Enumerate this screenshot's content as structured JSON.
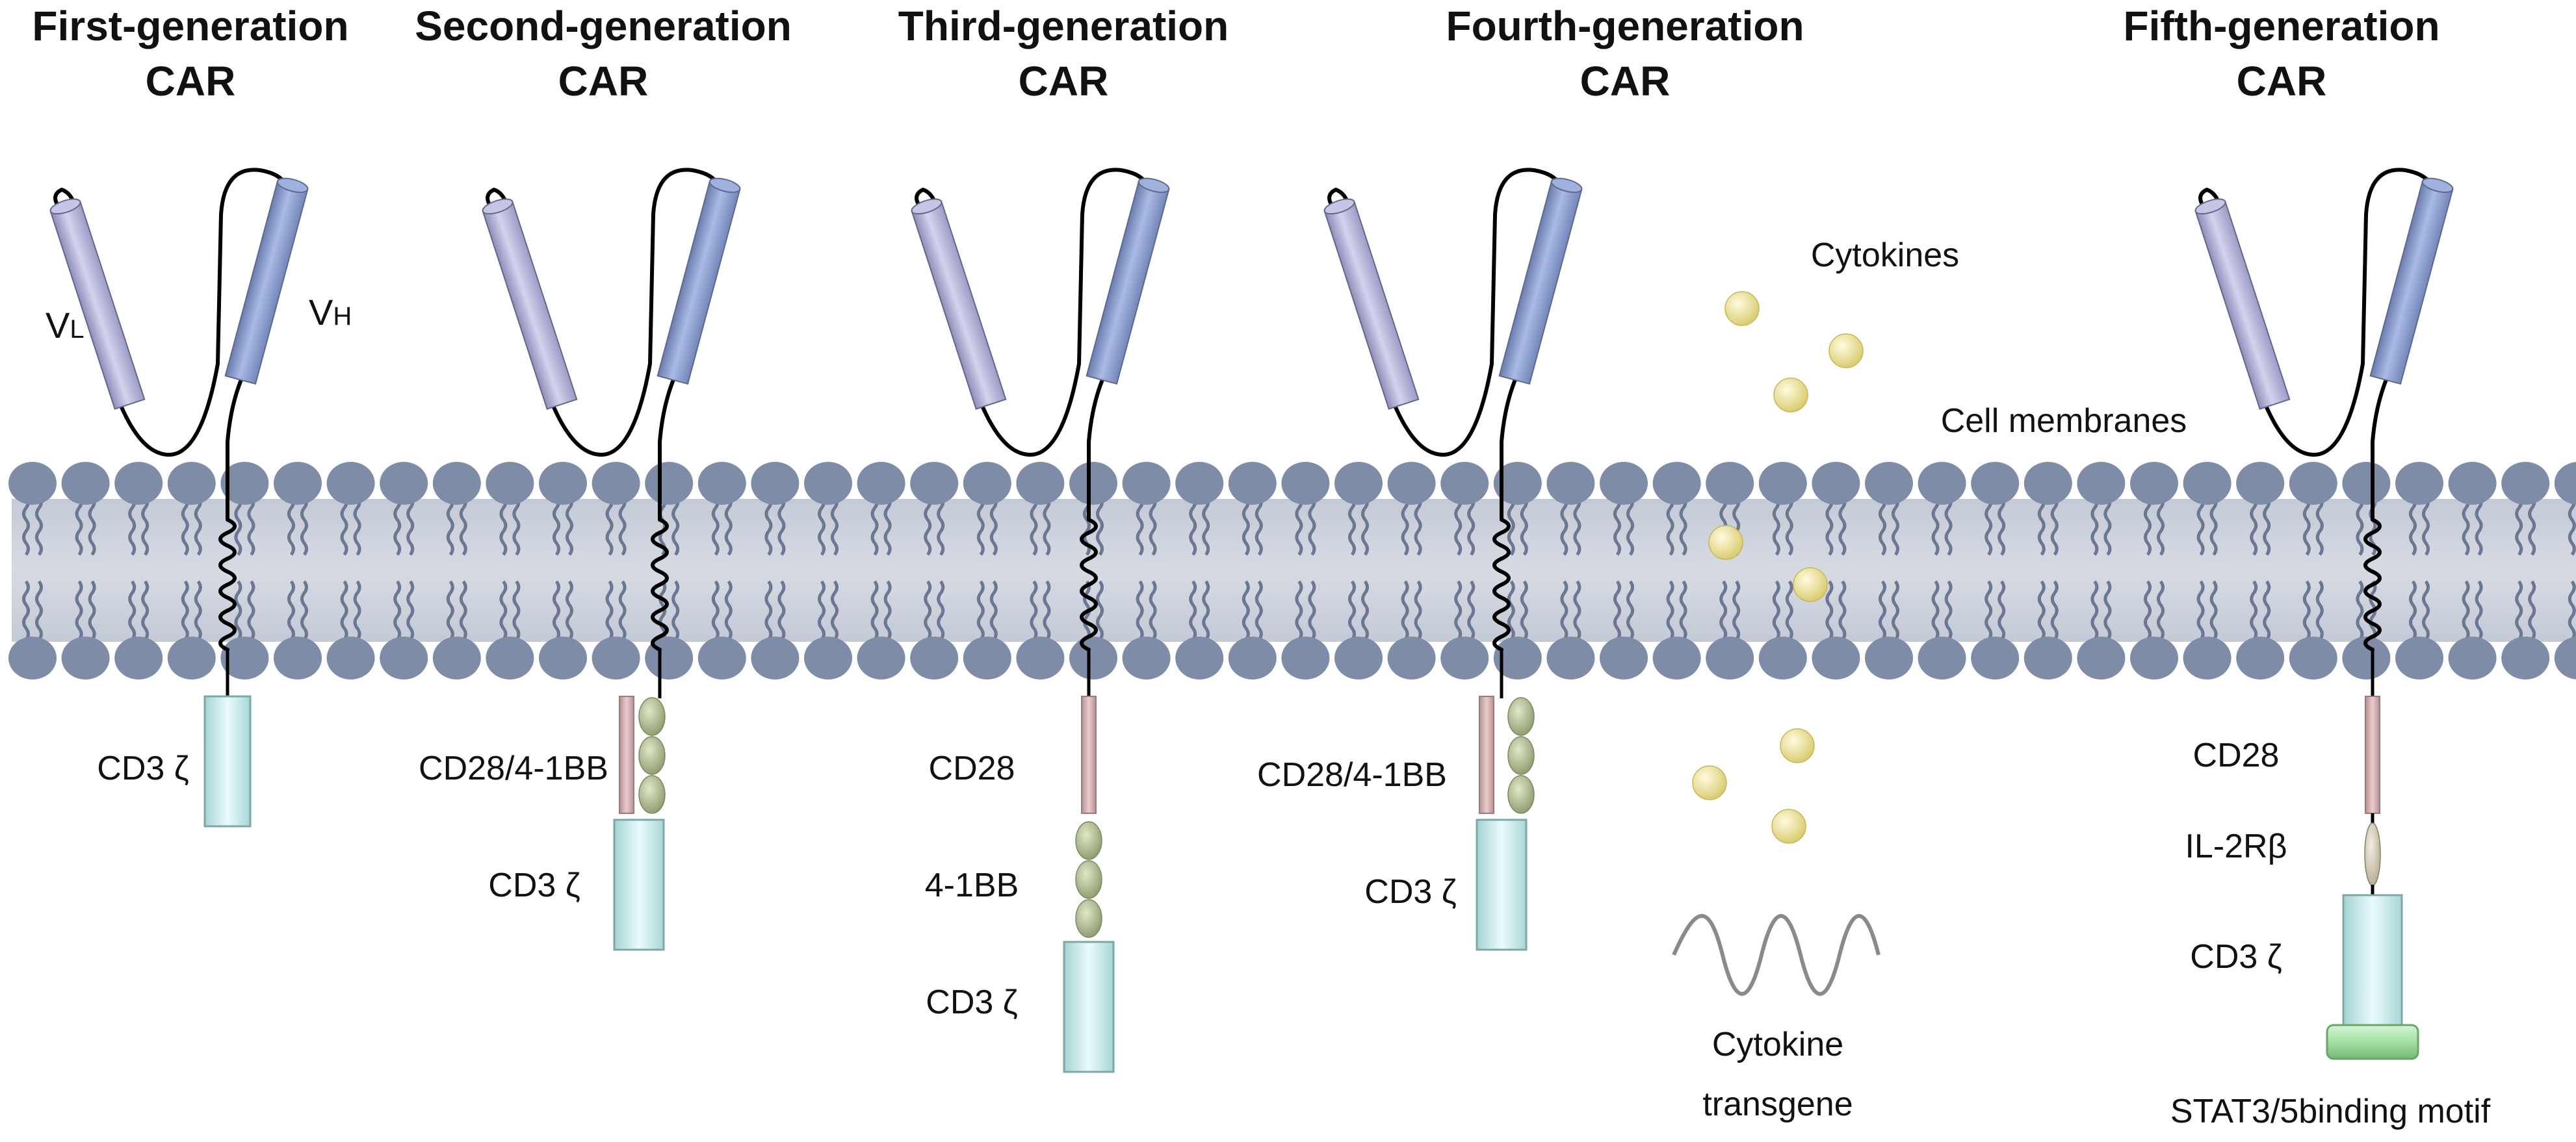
{
  "generations": [
    {
      "title_line1": "First-generation",
      "title_line2": "CAR",
      "domains": [
        "CD3 ζ"
      ]
    },
    {
      "title_line1": "Second-generation",
      "title_line2": "CAR",
      "domains": [
        "CD28/4-1BB",
        "CD3 ζ"
      ]
    },
    {
      "title_line1": "Third-generation",
      "title_line2": "CAR",
      "domains": [
        "CD28",
        "4-1BB",
        "CD3 ζ"
      ]
    },
    {
      "title_line1": "Fourth-generation",
      "title_line2": "CAR",
      "domains": [
        "CD28/4-1BB",
        "CD3 ζ"
      ],
      "extras": [
        "Cytokines",
        "Cytokine",
        "transgene"
      ]
    },
    {
      "title_line1": "Fifth-generation",
      "title_line2": "CAR",
      "domains": [
        "CD28",
        "IL-2Rβ",
        "CD3 ζ",
        "STAT3/5binding motif"
      ]
    }
  ],
  "scfv": {
    "vl": "V",
    "vl_sub": "L",
    "vh": "V",
    "vh_sub": "H"
  },
  "membrane_label": "Cell membranes",
  "colors": {
    "lipid_head": "#7f8ca8",
    "membrane_band": "#ccd2dc",
    "vl": "#b9b7d9",
    "vh": "#8fa2cf",
    "cd3z": "#d6f1f1",
    "cd28": "#cfa9a9",
    "costim": "#aab78f",
    "il2rb": "#d8cfbf",
    "stat": "#9edc9e",
    "cytokine": "#eee59a"
  }
}
